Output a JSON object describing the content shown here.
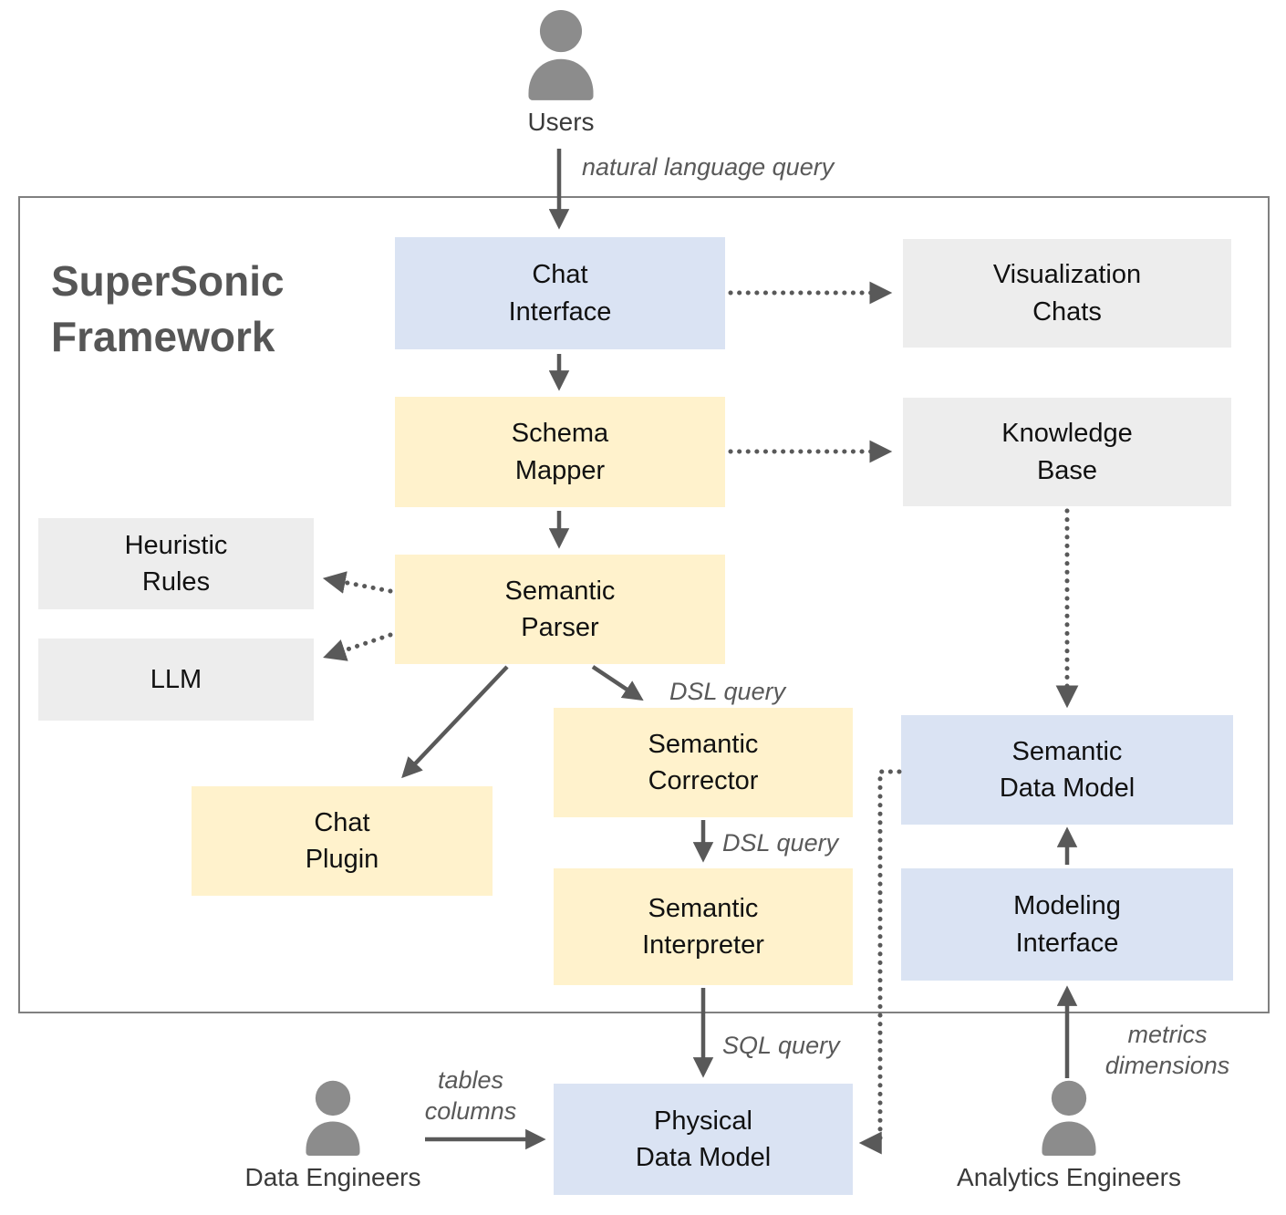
{
  "title": "SuperSonic\nFramework",
  "colors": {
    "blue": "#dae3f3",
    "yellow": "#fff2cc",
    "gray": "#ededed",
    "arrow": "#595959",
    "border": "#808080",
    "title": "#565656",
    "text": "#111111",
    "icon_gray": "#8c8c8c"
  },
  "actors": {
    "users": "Users",
    "data_engineers": "Data Engineers",
    "analytics_engineers": "Analytics Engineers"
  },
  "nodes": {
    "chat_interface": "Chat\nInterface",
    "visualization_chats": "Visualization\nChats",
    "schema_mapper": "Schema\nMapper",
    "knowledge_base": "Knowledge\nBase",
    "heuristic_rules": "Heuristic\nRules",
    "llm": "LLM",
    "semantic_parser": "Semantic\nParser",
    "chat_plugin": "Chat\nPlugin",
    "semantic_corrector": "Semantic\nCorrector",
    "semantic_interpreter": "Semantic\nInterpreter",
    "semantic_data_model": "Semantic\nData Model",
    "modeling_interface": "Modeling\nInterface",
    "physical_data_model": "Physical\nData Model"
  },
  "edge_labels": {
    "natural_language_query": "natural language query",
    "dsl_query_1": "DSL query",
    "dsl_query_2": "DSL query",
    "sql_query": "SQL query",
    "tables_columns": "tables\ncolumns",
    "metrics_dimensions": "metrics\ndimensions"
  },
  "edges": [
    {
      "from": "users",
      "to": "chat_interface",
      "style": "solid",
      "label": "natural language query"
    },
    {
      "from": "chat_interface",
      "to": "visualization_chats",
      "style": "dotted",
      "label": ""
    },
    {
      "from": "chat_interface",
      "to": "schema_mapper",
      "style": "solid",
      "label": ""
    },
    {
      "from": "schema_mapper",
      "to": "knowledge_base",
      "style": "dotted",
      "label": ""
    },
    {
      "from": "schema_mapper",
      "to": "semantic_parser",
      "style": "solid",
      "label": ""
    },
    {
      "from": "semantic_parser",
      "to": "heuristic_rules",
      "style": "dotted",
      "label": ""
    },
    {
      "from": "semantic_parser",
      "to": "llm",
      "style": "dotted",
      "label": ""
    },
    {
      "from": "semantic_parser",
      "to": "semantic_corrector",
      "style": "solid",
      "label": "DSL query"
    },
    {
      "from": "semantic_parser",
      "to": "chat_plugin",
      "style": "solid",
      "label": ""
    },
    {
      "from": "semantic_corrector",
      "to": "semantic_interpreter",
      "style": "solid",
      "label": "DSL query"
    },
    {
      "from": "semantic_interpreter",
      "to": "physical_data_model",
      "style": "solid",
      "label": "SQL query"
    },
    {
      "from": "knowledge_base",
      "to": "semantic_data_model",
      "style": "dotted",
      "label": ""
    },
    {
      "from": "modeling_interface",
      "to": "semantic_data_model",
      "style": "solid",
      "label": ""
    },
    {
      "from": "analytics_engineers",
      "to": "modeling_interface",
      "style": "solid",
      "label": "metrics\ndimensions"
    },
    {
      "from": "semantic_data_model",
      "to": "physical_data_model",
      "style": "dotted",
      "label": ""
    },
    {
      "from": "data_engineers",
      "to": "physical_data_model",
      "style": "solid",
      "label": "tables\ncolumns"
    }
  ]
}
